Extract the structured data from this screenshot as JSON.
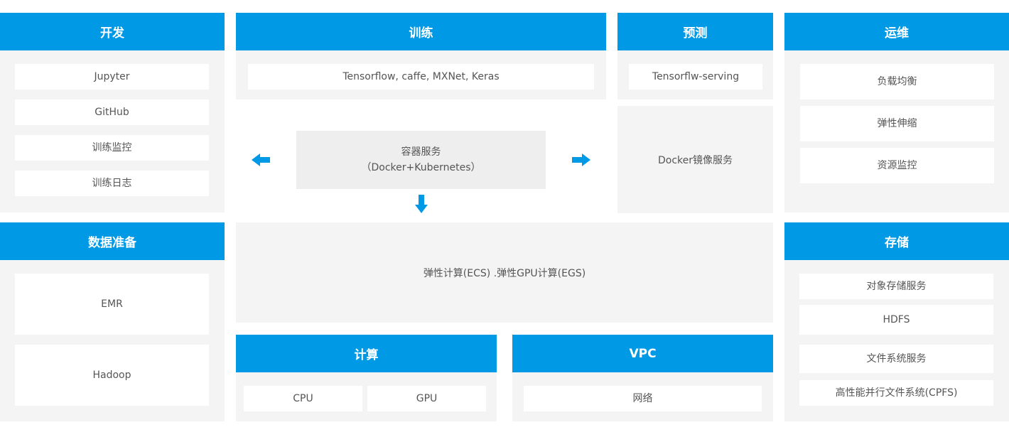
{
  "colors": {
    "accent": "#0099e5",
    "panel": "#f4f4f4",
    "box": "#ffffff",
    "text": "#555555"
  },
  "dev": {
    "title": "开发",
    "items": [
      "Jupyter",
      "GitHub",
      "训练监控",
      "训练日志"
    ]
  },
  "train": {
    "title": "训练",
    "frameworks": "Tensorflow, caffe, MXNet, Keras"
  },
  "predict": {
    "title": "预测",
    "serving": "Tensorflw-serving",
    "docker": "Docker镜像服务"
  },
  "ops": {
    "title": "运维",
    "items": [
      "负载均衡",
      "弹性伸缩",
      "资源监控"
    ]
  },
  "container": {
    "line1": "容器服务",
    "line2": "（Docker+Kubernetes）"
  },
  "data_prep": {
    "title": "数据准备",
    "items": [
      "EMR",
      "Hadoop"
    ]
  },
  "elastic": {
    "label": "弹性计算(ECS) .弹性GPU计算(EGS)"
  },
  "storage": {
    "title": "存储",
    "items": [
      "对象存储服务",
      "HDFS",
      "文件系统服务",
      "高性能并行文件系统(CPFS)"
    ]
  },
  "compute": {
    "title": "计算",
    "items": [
      "CPU",
      "GPU"
    ]
  },
  "vpc": {
    "title": "VPC",
    "network": "网络"
  },
  "icons": {
    "left": "arrow-left-icon",
    "right": "arrow-right-icon",
    "down": "arrow-down-icon"
  }
}
